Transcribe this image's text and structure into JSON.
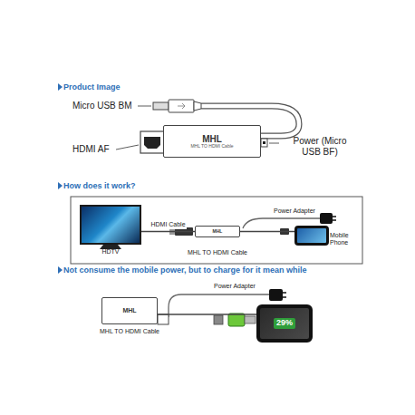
{
  "diagram": {
    "nodes": [
      {
        "text": [
          "MHL",
          "MHL TO HDMI Cable"
        ]
      },
      {
        "text": [
          "HDTV"
        ]
      },
      {
        "text": [
          "MHL",
          "MHL TO HDMI Cable"
        ]
      },
      {
        "text": [
          "Mobile Phone"
        ]
      },
      {
        "text": [
          "MHL",
          "MHL TO HDMI Cable"
        ]
      },
      {
        "text": [
          "29%"
        ]
      }
    ],
    "edges": [
      {
        "from": 1,
        "to": 2,
        "arrow": "none",
        "label": "HDMI Cable"
      },
      {
        "from": 2,
        "to": 3,
        "arrow": "none"
      },
      {
        "from": 4,
        "to": 5,
        "arrow": "none"
      }
    ],
    "labels": [
      "Product Image",
      "Micro USB BM",
      "HDMI AF",
      "Power (Micro USB BF)",
      "How does it work?",
      "Power Adapter",
      "Not consume the mobile power, but to charge for it mean while",
      "Power Adapter"
    ]
  }
}
